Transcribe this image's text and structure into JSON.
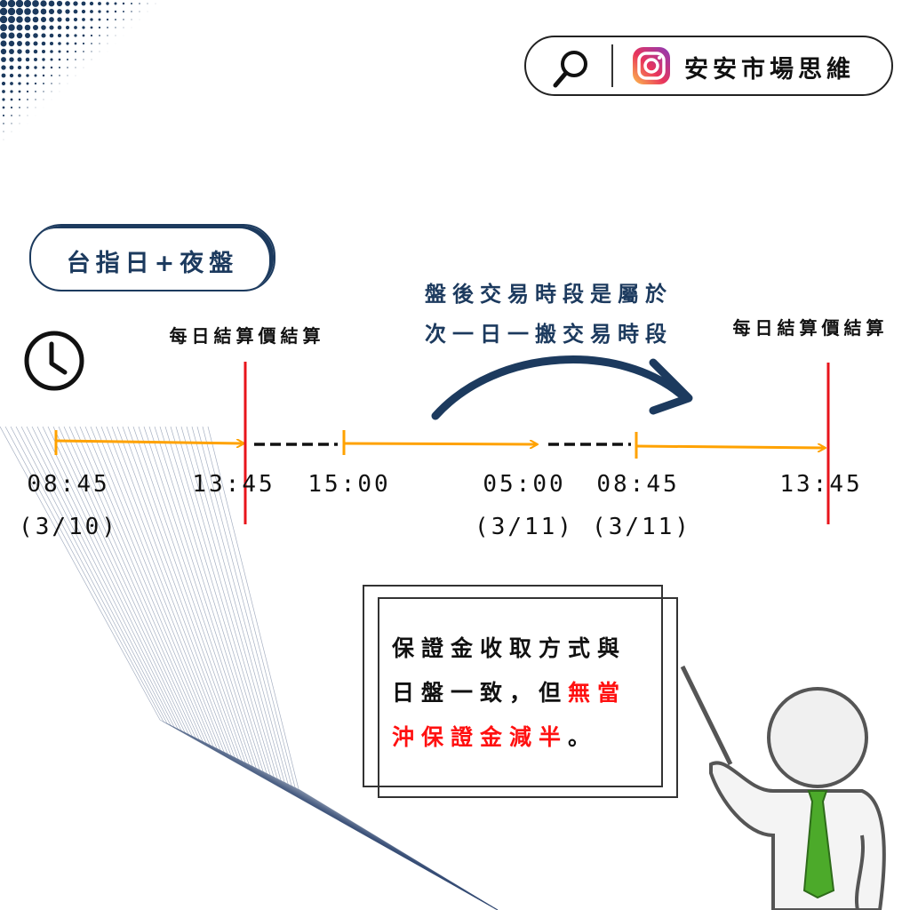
{
  "header": {
    "search_icon": "magnifier-icon",
    "brand_icon": "instagram-icon",
    "account_name": "安安市場思維"
  },
  "label_pill": "台指日+夜盤",
  "clock_icon": "clock-icon",
  "settlement_label_left": "每日結算價結算",
  "settlement_label_right": "每日結算價結算",
  "callout": {
    "line1": "盤後交易時段是屬於",
    "line2": "次一日一搬交易時段"
  },
  "timeline": {
    "times": [
      "08:45",
      "13:45",
      "15:00",
      "05:00",
      "08:45",
      "13:45"
    ],
    "dates": [
      "(3/10)",
      "(3/11)",
      "(3/11)"
    ]
  },
  "note": {
    "line1": "保證金收取方式與",
    "line2_black": "日盤一致，但",
    "line2_red": "無當",
    "line3_red": "沖保證金減半",
    "line3_end": "。"
  },
  "colors": {
    "navy": "#1c3a5e",
    "orange": "#ffa200",
    "red": "#e8141b",
    "tie_green": "#4caa2a",
    "highlight_red": "#ff1010"
  }
}
